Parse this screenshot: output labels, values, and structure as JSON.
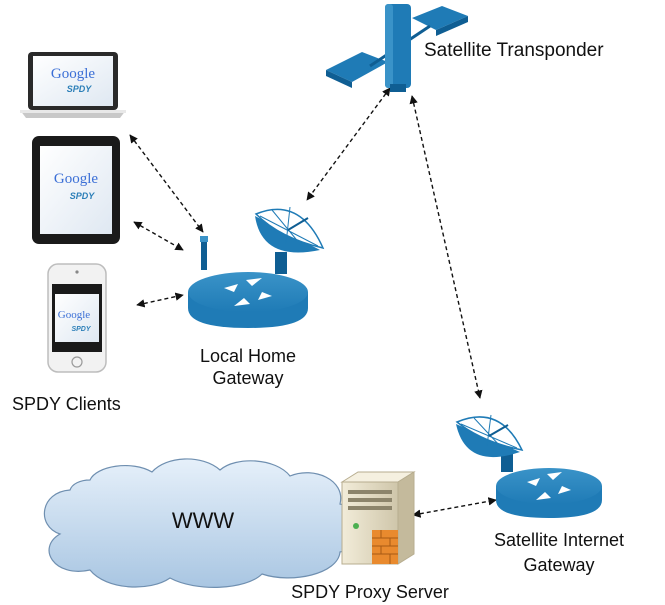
{
  "labels": {
    "satellite": "Satellite Transponder",
    "home_gateway_line1": "Local Home",
    "home_gateway_line2": "Gateway",
    "clients": "SPDY Clients",
    "internet_gateway_line1": "Satellite Internet",
    "internet_gateway_line2": "Gateway",
    "proxy": "SPDY Proxy Server",
    "cloud": "WWW"
  },
  "screen_brand": {
    "google": "Google",
    "spdy": "SPDY"
  },
  "icons": {
    "satellite": "satellite-icon",
    "laptop": "laptop-icon",
    "tablet": "tablet-icon",
    "phone": "phone-icon",
    "router": "router-icon",
    "dish": "satellite-dish-icon",
    "server": "server-icon",
    "cloud": "cloud-icon"
  },
  "colors": {
    "device_blue": "#1f7bb6",
    "device_blue_dark": "#0f5e93",
    "cloud_fill": "#c9ddf0",
    "server_tan": "#e7dfc8",
    "firewall_orange": "#e98a2e",
    "arrow": "#111111"
  }
}
